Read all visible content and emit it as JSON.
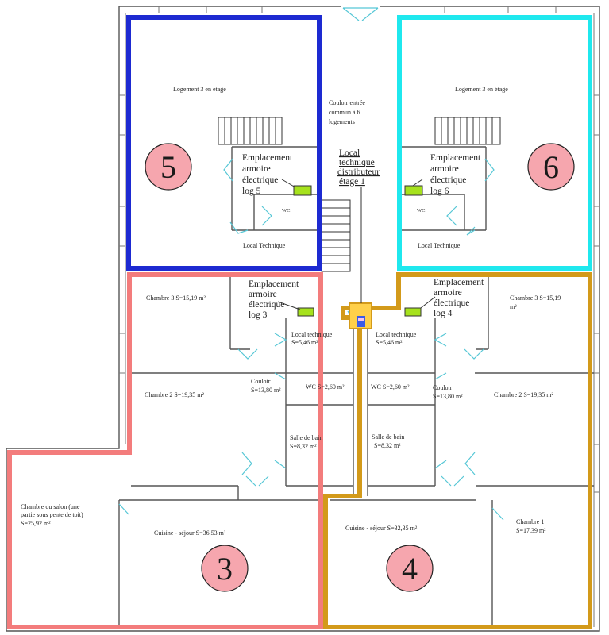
{
  "colors": {
    "log5": "#1d2ad1",
    "log6": "#1fe8ee",
    "log3": "#f37c7c",
    "log4": "#d39a1a",
    "marker_fill": "#f6a6ae",
    "panel_green": "#a6e21d",
    "door": "#56c7d6",
    "wall": "#555555"
  },
  "upper_left": {
    "number": "5",
    "title": "Logement 3 en étage",
    "panel_label": [
      "Emplacement",
      "armoire",
      "électrique",
      "log 5"
    ],
    "wc": "WC",
    "local_technique": "Local Technique"
  },
  "upper_right": {
    "number": "6",
    "title": "Logement 3 en étage",
    "panel_label": [
      "Emplacement",
      "armoire",
      "électrique",
      "log 6"
    ],
    "wc": "WC",
    "local_technique": "Local Technique"
  },
  "corridor_label": [
    "Couloir entrée",
    "commun à 6",
    "logements"
  ],
  "local_distributeur": [
    "Local",
    "technique",
    "distributeur",
    "étage 1"
  ],
  "log3": {
    "number": "3",
    "panel_label": [
      "Emplacement",
      "armoire",
      "électrique",
      "log 3"
    ],
    "chambre3": "Chambre 3 S=15,19 m²",
    "local_tech": [
      "Local technique",
      "S=5,46 m²"
    ],
    "chambre2": "Chambre 2 S=19,35 m²",
    "couloir": [
      "Couloir",
      "S=13,80 m²"
    ],
    "wc": "WC  S=2,60 m²",
    "sdb": [
      "Salle de bain",
      "S=8,32 m²"
    ],
    "chambre_salon": [
      "Chambre ou salon (une",
      "partie sous pente de toit)",
      "S=25,92 m²"
    ],
    "cuisine": "Cuisine - séjour  S=36,53 m²"
  },
  "log4": {
    "number": "4",
    "panel_label": [
      "Emplacement",
      "armoire",
      "électrique",
      "log 4"
    ],
    "chambre3": [
      "Chambre 3 S=15,19",
      "m²"
    ],
    "local_tech": [
      "Local technique",
      "S=5,46 m²"
    ],
    "chambre2": "Chambre 2 S=19,35 m²",
    "couloir": [
      "Couloir",
      "S=13,80 m²"
    ],
    "wc": "WC  S=2,60 m²",
    "sdb": [
      "Salle de bain",
      "S=8,32 m²"
    ],
    "cuisine": "Cuisine - séjour  S=32,35 m²",
    "chambre1": [
      "Chambre 1",
      "S=17,39 m²"
    ]
  }
}
